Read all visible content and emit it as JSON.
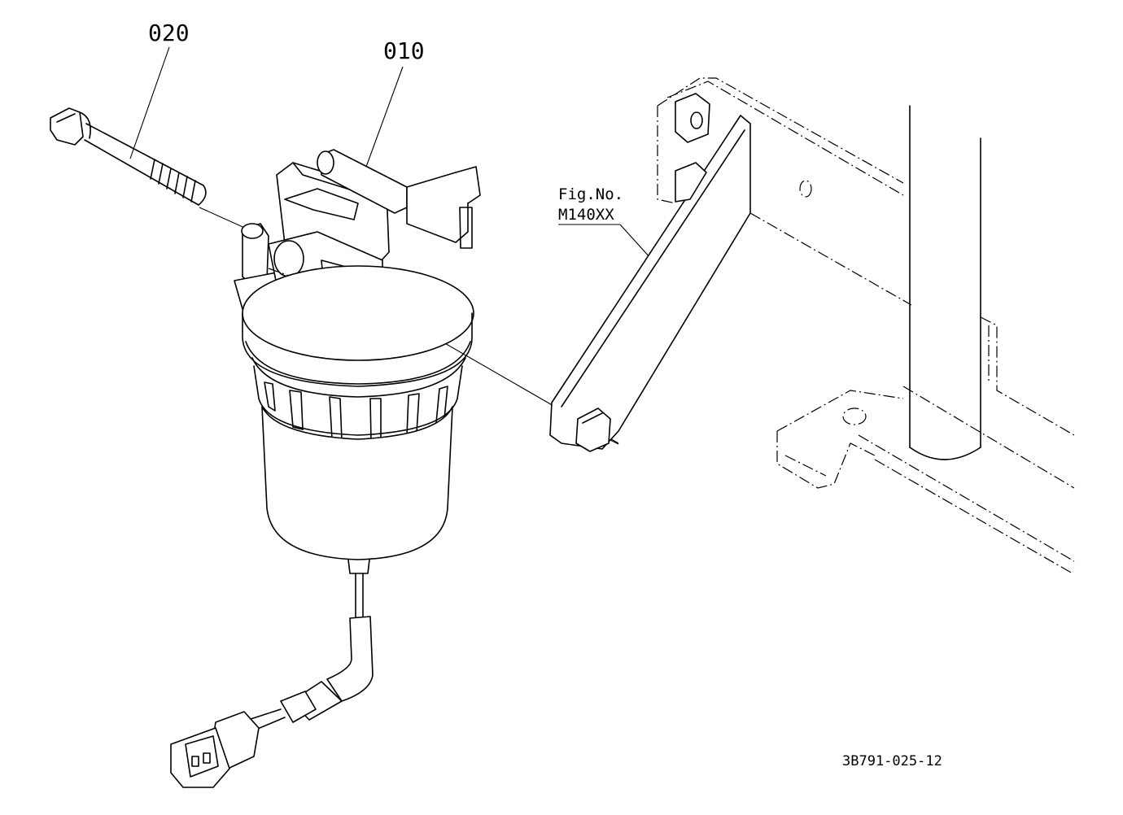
{
  "callouts": {
    "bolt": "020",
    "filter": "010"
  },
  "figure_reference": {
    "line1": "Fig.No.",
    "line2": "M140XX"
  },
  "document_id": "3B791-025-12"
}
